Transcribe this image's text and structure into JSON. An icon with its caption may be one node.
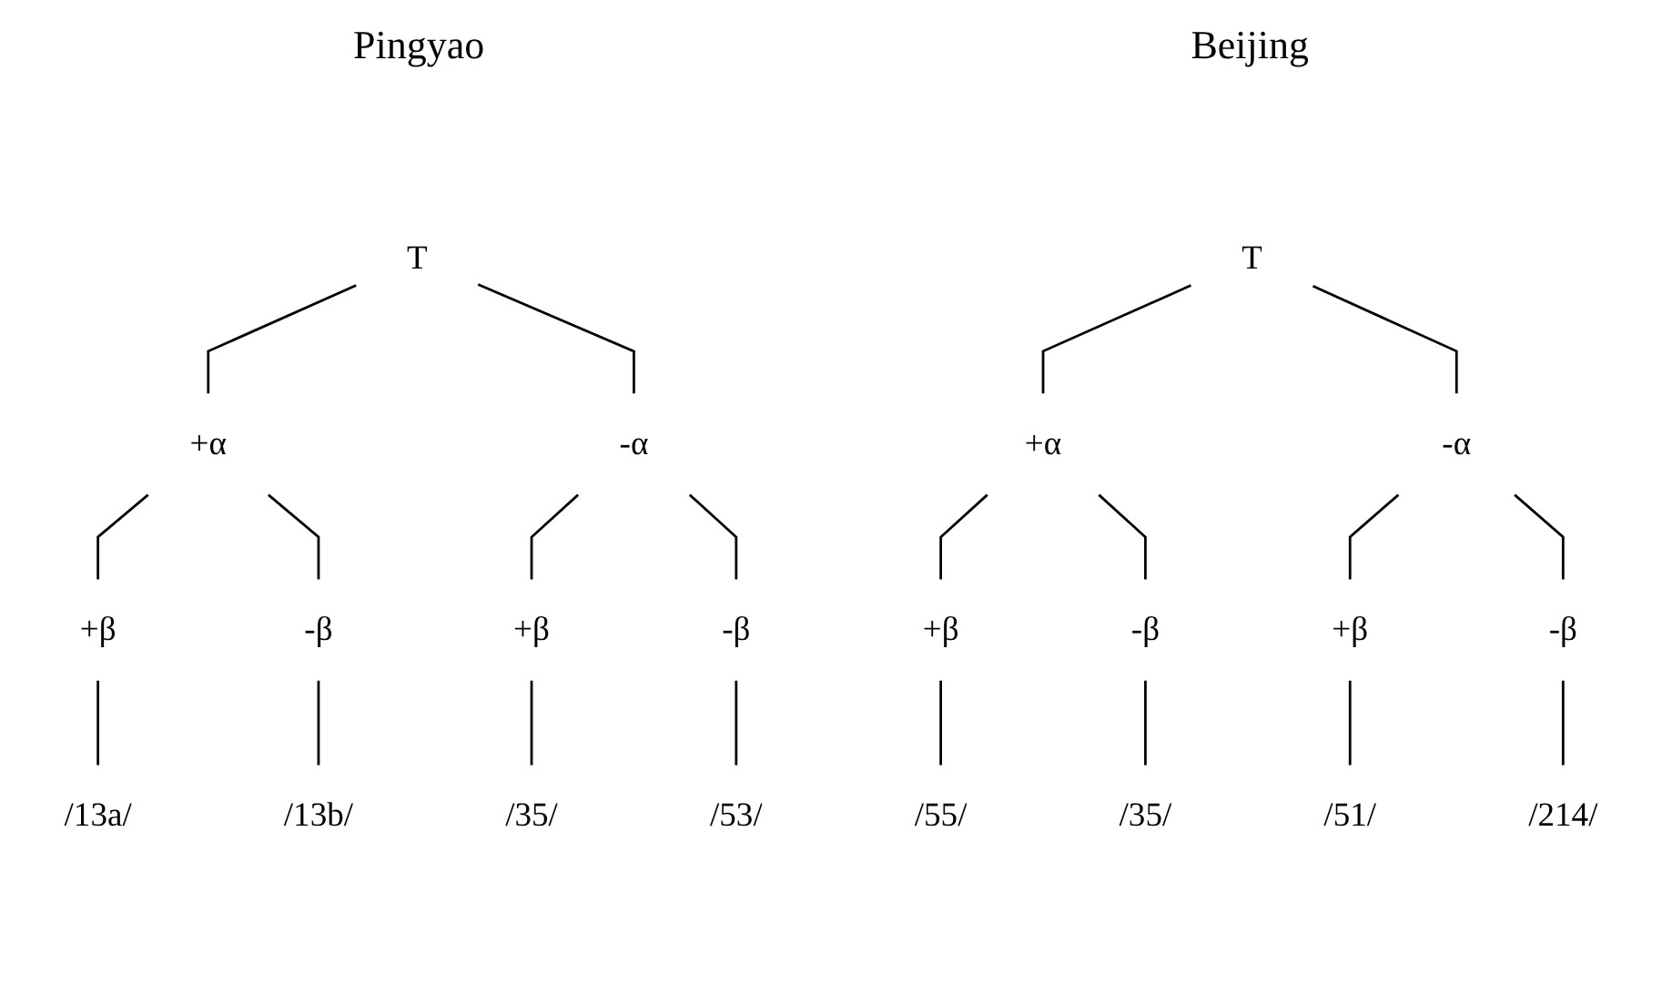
{
  "diagram": {
    "nodes": [
      {
        "text": [
          "T"
        ]
      },
      {
        "text": [
          "+α"
        ]
      },
      {
        "text": [
          "-α"
        ]
      },
      {
        "text": [
          "+β"
        ]
      },
      {
        "text": [
          "-β"
        ]
      },
      {
        "text": [
          "+β"
        ]
      },
      {
        "text": [
          "-β"
        ]
      },
      {
        "text": [
          "/13a/"
        ]
      },
      {
        "text": [
          "/13b/"
        ]
      },
      {
        "text": [
          "/35/"
        ]
      },
      {
        "text": [
          "/53/"
        ]
      },
      {
        "text": [
          "T"
        ]
      },
      {
        "text": [
          "+α"
        ]
      },
      {
        "text": [
          "-α"
        ]
      },
      {
        "text": [
          "+β"
        ]
      },
      {
        "text": [
          "-β"
        ]
      },
      {
        "text": [
          "+β"
        ]
      },
      {
        "text": [
          "-β"
        ]
      },
      {
        "text": [
          "/55/"
        ]
      },
      {
        "text": [
          "/35/"
        ]
      },
      {
        "text": [
          "/51/"
        ]
      },
      {
        "text": [
          "/214/"
        ]
      }
    ],
    "edges": [
      {
        "from": 0,
        "to": 1,
        "arrow": "none"
      },
      {
        "from": 0,
        "to": 2,
        "arrow": "none"
      },
      {
        "from": 1,
        "to": 3,
        "arrow": "none"
      },
      {
        "from": 1,
        "to": 4,
        "arrow": "none"
      },
      {
        "from": 2,
        "to": 5,
        "arrow": "none"
      },
      {
        "from": 2,
        "to": 6,
        "arrow": "none"
      },
      {
        "from": 3,
        "to": 7,
        "arrow": "none"
      },
      {
        "from": 4,
        "to": 8,
        "arrow": "none"
      },
      {
        "from": 5,
        "to": 9,
        "arrow": "none"
      },
      {
        "from": 6,
        "to": 10,
        "arrow": "none"
      },
      {
        "from": 11,
        "to": 12,
        "arrow": "none"
      },
      {
        "from": 11,
        "to": 13,
        "arrow": "none"
      },
      {
        "from": 12,
        "to": 14,
        "arrow": "none"
      },
      {
        "from": 12,
        "to": 15,
        "arrow": "none"
      },
      {
        "from": 13,
        "to": 16,
        "arrow": "none"
      },
      {
        "from": 13,
        "to": 17,
        "arrow": "none"
      },
      {
        "from": 14,
        "to": 18,
        "arrow": "none"
      },
      {
        "from": 15,
        "to": 19,
        "arrow": "none"
      },
      {
        "from": 16,
        "to": 20,
        "arrow": "none"
      },
      {
        "from": 17,
        "to": 21,
        "arrow": "none"
      }
    ],
    "labels": [
      "Pingyao",
      "Beijing"
    ]
  }
}
